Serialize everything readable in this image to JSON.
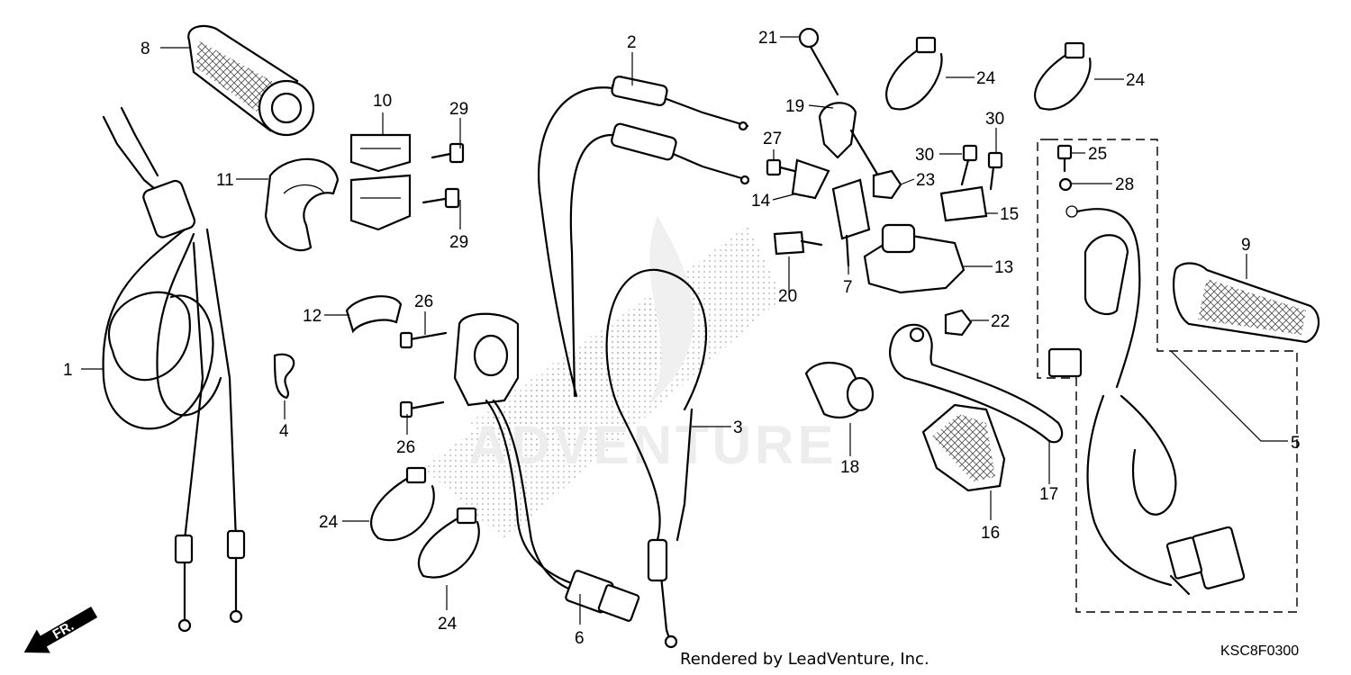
{
  "diagram": {
    "labels": {
      "p1": "1",
      "p2": "2",
      "p3": "3",
      "p4": "4",
      "p5": "5",
      "p6": "6",
      "p7": "7",
      "p8": "8",
      "p9": "9",
      "p10": "10",
      "p11": "11",
      "p12": "12",
      "p13": "13",
      "p14": "14",
      "p15": "15",
      "p16": "16",
      "p17": "17",
      "p18": "18",
      "p19": "19",
      "p20": "20",
      "p21": "21",
      "p22": "22",
      "p23": "23",
      "p24": "24",
      "p25": "25",
      "p26": "26",
      "p27": "27",
      "p28": "28",
      "p29": "29",
      "p30": "30"
    },
    "front_marker": "FR.",
    "footer_text": "Rendered by LeadVenture, Inc.",
    "figure_code": "KSC8F0300",
    "watermark": "ADVENTURE"
  }
}
